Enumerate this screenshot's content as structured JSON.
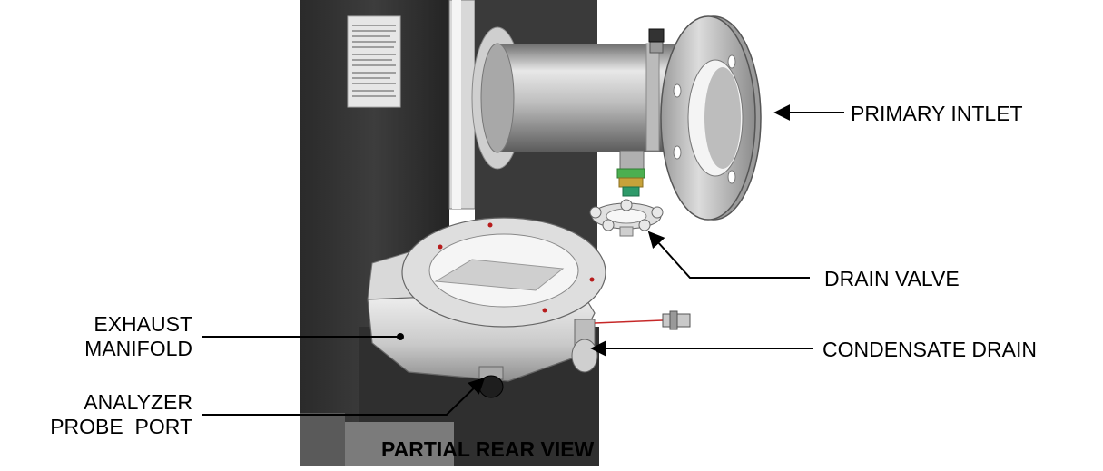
{
  "labels": {
    "primary_inlet": "PRIMARY INTLET",
    "drain_valve": "DRAIN VALVE",
    "condensate_drain": "CONDENSATE DRAIN",
    "exhaust_manifold_line1": "EXHAUST",
    "exhaust_manifold_line2": "MANIFOLD",
    "analyzer_probe_port_line1": "ANALYZER",
    "analyzer_probe_port_line2": "PROBE  PORT"
  },
  "caption": "PARTIAL REAR VIEW"
}
